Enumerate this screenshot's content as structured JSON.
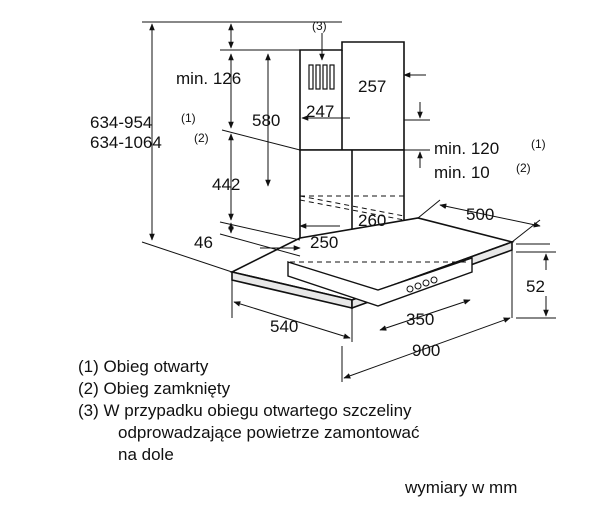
{
  "dimensions": {
    "min_126": "min. 126",
    "d580": "580",
    "d442": "442",
    "d46": "46",
    "d634_954": "634-954",
    "d634_1064": "634-1064",
    "mark1": "(1)",
    "mark2": "(2)",
    "mark3": "(3)",
    "d257": "257",
    "d247": "247",
    "min_120": "min. 120",
    "min_10": "min. 10",
    "d260": "260",
    "d250": "250",
    "d500": "500",
    "d52": "52",
    "d540": "540",
    "d350": "350",
    "d900": "900"
  },
  "legend": {
    "l1": "(1) Obieg otwarty",
    "l2": "(2) Obieg zamknięty",
    "l3a": "(3) W przypadku obiegu otwartego szczeliny",
    "l3b": "odprowadzające powietrze zamontować",
    "l3c": "na dole"
  },
  "units": "wymiary w mm"
}
